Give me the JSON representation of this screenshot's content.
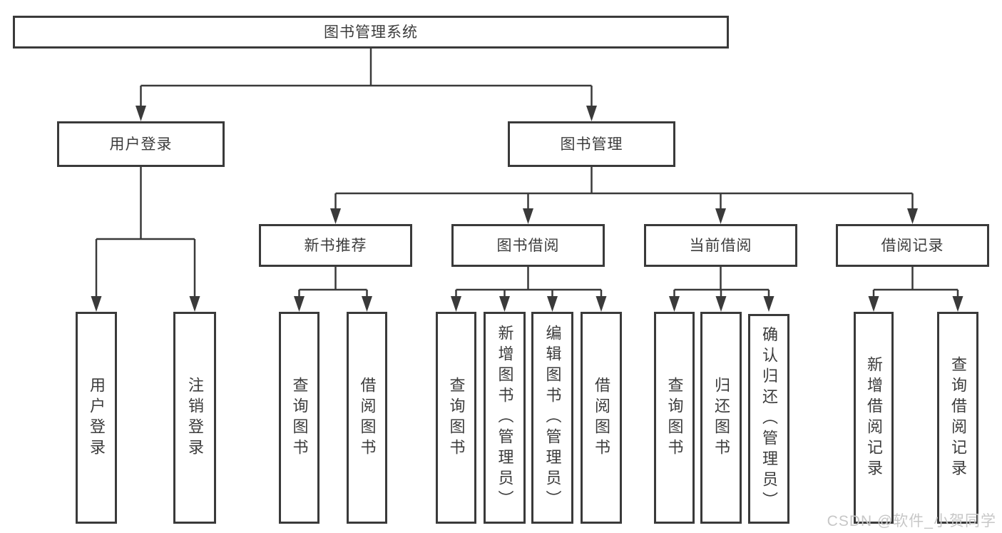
{
  "diagram_type": "hierarchy",
  "root": {
    "label": "图书管理系统",
    "children": [
      {
        "label": "用户登录",
        "children": [
          {
            "label": "用户登录"
          },
          {
            "label": "注销登录"
          }
        ]
      },
      {
        "label": "图书管理",
        "children": [
          {
            "label": "新书推荐",
            "children": [
              {
                "label": "查询图书"
              },
              {
                "label": "借阅图书"
              }
            ]
          },
          {
            "label": "图书借阅",
            "children": [
              {
                "label": "查询图书"
              },
              {
                "label": "新增图书（管理员）"
              },
              {
                "label": "编辑图书（管理员）"
              },
              {
                "label": "借阅图书"
              }
            ]
          },
          {
            "label": "当前借阅",
            "children": [
              {
                "label": "查询图书"
              },
              {
                "label": "归还图书"
              },
              {
                "label": "确认归还（管理员）"
              }
            ]
          },
          {
            "label": "借阅记录",
            "children": [
              {
                "label": "新增借阅记录"
              },
              {
                "label": "查询借阅记录"
              }
            ]
          }
        ]
      }
    ]
  },
  "watermark": "CSDN @软件_小贺同学",
  "colors": {
    "line": "#3a3a3a",
    "border": "#3a3a3a",
    "text": "#3c3c3c",
    "watermark": "#c7c7c7",
    "background": "#ffffff"
  }
}
